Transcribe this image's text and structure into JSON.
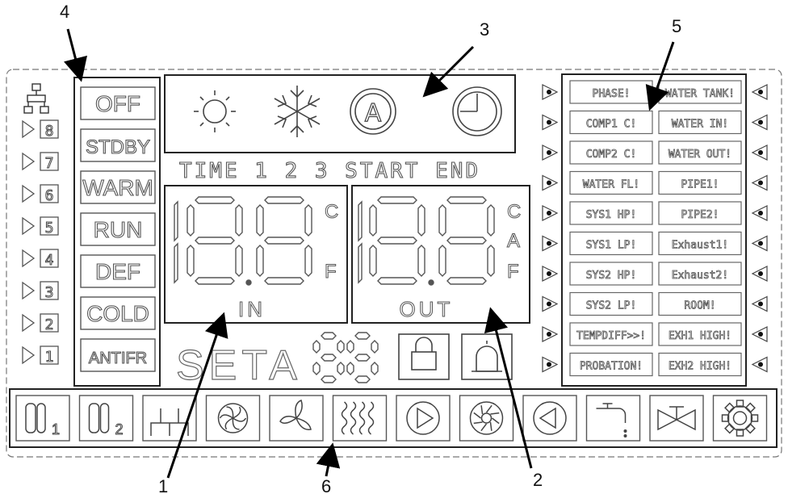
{
  "callouts": [
    "1",
    "2",
    "3",
    "4",
    "5",
    "6"
  ],
  "modes": [
    "OFF",
    "STDBY",
    "WARM",
    "RUN",
    "DEF",
    "COLD",
    "ANTIFR"
  ],
  "units": [
    "8",
    "7",
    "6",
    "5",
    "4",
    "3",
    "2",
    "1"
  ],
  "status_icons": [
    "sun-icon",
    "snowflake-icon",
    "auto-icon",
    "timer-icon"
  ],
  "time_row": "TIME 1 2 3 START END",
  "displays": {
    "in": {
      "label": "IN",
      "c": "C",
      "f": "F"
    },
    "out": {
      "label": "OUT",
      "c": "C",
      "a": "A",
      "f": "F"
    }
  },
  "seta_label": "SETA",
  "alarms_left": [
    "PHASE!",
    "COMP1 C!",
    "COMP2 C!",
    "WATER FL!",
    "SYS1 HP!",
    "SYS1 LP!",
    "SYS2 HP!",
    "SYS2 LP!",
    "TEMPDIFF>>!",
    "PROBATION!"
  ],
  "alarms_right": [
    "WATER TANK!",
    "WATER IN!",
    "WATER OUT!",
    "PIPE1!",
    "PIPE2!",
    "Exhaust1!",
    "Exhaust2!",
    "ROOM!",
    "EXH1 HIGH!",
    "EXH2 HIGH!"
  ],
  "bottom_icons": [
    {
      "name": "compressor-1-icon",
      "sub": "1"
    },
    {
      "name": "compressor-2-icon",
      "sub": "2"
    },
    {
      "name": "heater-icon",
      "sub": ""
    },
    {
      "name": "fan-icon",
      "sub": ""
    },
    {
      "name": "fan-blade-icon",
      "sub": ""
    },
    {
      "name": "heating-coil-icon",
      "sub": ""
    },
    {
      "name": "pump-forward-icon",
      "sub": ""
    },
    {
      "name": "impeller-icon",
      "sub": ""
    },
    {
      "name": "pump-reverse-icon",
      "sub": ""
    },
    {
      "name": "tap-icon",
      "sub": ""
    },
    {
      "name": "valve-icon",
      "sub": ""
    },
    {
      "name": "gear-icon",
      "sub": ""
    }
  ]
}
